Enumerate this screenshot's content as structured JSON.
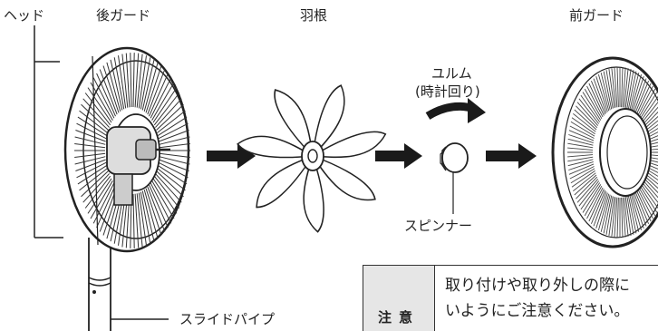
{
  "labels": {
    "head": "ヘッド",
    "rear_guard": "後ガード",
    "blade": "羽根",
    "nut_line1": "ユルム",
    "nut_line2": "(時計回り)",
    "front_guard": "前ガード",
    "spinner": "スピンナー",
    "slide_pipe": "スライドパイプ"
  },
  "caution": {
    "badge": "注意",
    "line1": "取り付けや取り外しの際に",
    "line2": "いようにご注意ください。"
  },
  "colors": {
    "line": "#222222",
    "arrow": "#1a1a1a",
    "badge_bg": "#e6e6e6"
  }
}
